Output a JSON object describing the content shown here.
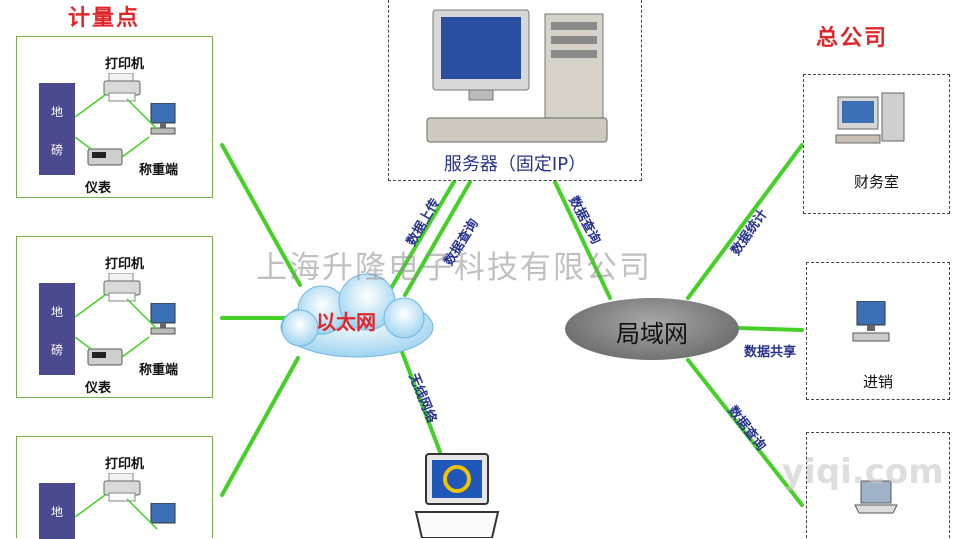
{
  "titles": {
    "measure_points": "计量点",
    "head_office": "总公司"
  },
  "station": {
    "scale_char1": "地",
    "scale_char2": "磅",
    "printer": "打印机",
    "terminal": "称重端",
    "meter": "仪表"
  },
  "server": {
    "label": "服务器（固定IP）"
  },
  "ethernet": {
    "label": "以太网"
  },
  "lan": {
    "label": "局域网"
  },
  "departments": {
    "finance": "财务室",
    "sales": "进销"
  },
  "edges": {
    "upload": "数据上传",
    "query1": "数据查询",
    "query2": "数据查询",
    "stats": "数据统计",
    "share": "数据共享",
    "query3": "数据查询",
    "wireless": "无线网络"
  },
  "watermark": "上海升隆电子科技有限公司",
  "corner_mark": "yiqi.com",
  "colors": {
    "link": "#44d126",
    "title": "#e0262a",
    "edge_text": "#27338c",
    "scale_block": "#4b4a8e"
  }
}
